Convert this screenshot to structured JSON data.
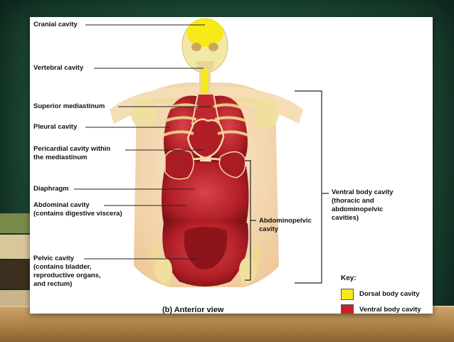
{
  "labels": {
    "cranial": "Cranial cavity",
    "vertebral": "Vertebral cavity",
    "superior_mediastinum": "Superior mediastinum",
    "pleural": "Pleural cavity",
    "pericardial_1": "Pericardial cavity within",
    "pericardial_2": "the mediastinum",
    "diaphragm": "Diaphragm",
    "abdominal_1": "Abdominal cavity",
    "abdominal_2": "(contains digestive viscera)",
    "pelvic_1": "Pelvic cavity",
    "pelvic_2": "(contains bladder,",
    "pelvic_3": "reproductive organs,",
    "pelvic_4": "and rectum)",
    "abdominopelvic_1": "Abdominopelvic",
    "abdominopelvic_2": "cavity",
    "ventral_1": "Ventral body cavity",
    "ventral_2": "(thoracic and",
    "ventral_3": "abdominopelvic",
    "ventral_4": "cavities)"
  },
  "key": {
    "title": "Key:",
    "dorsal": "Dorsal body cavity",
    "ventral": "Ventral body cavity",
    "dorsal_color": "#f7ea1a",
    "ventral_color": "#c8202a"
  },
  "caption": "(b) Anterior view"
}
